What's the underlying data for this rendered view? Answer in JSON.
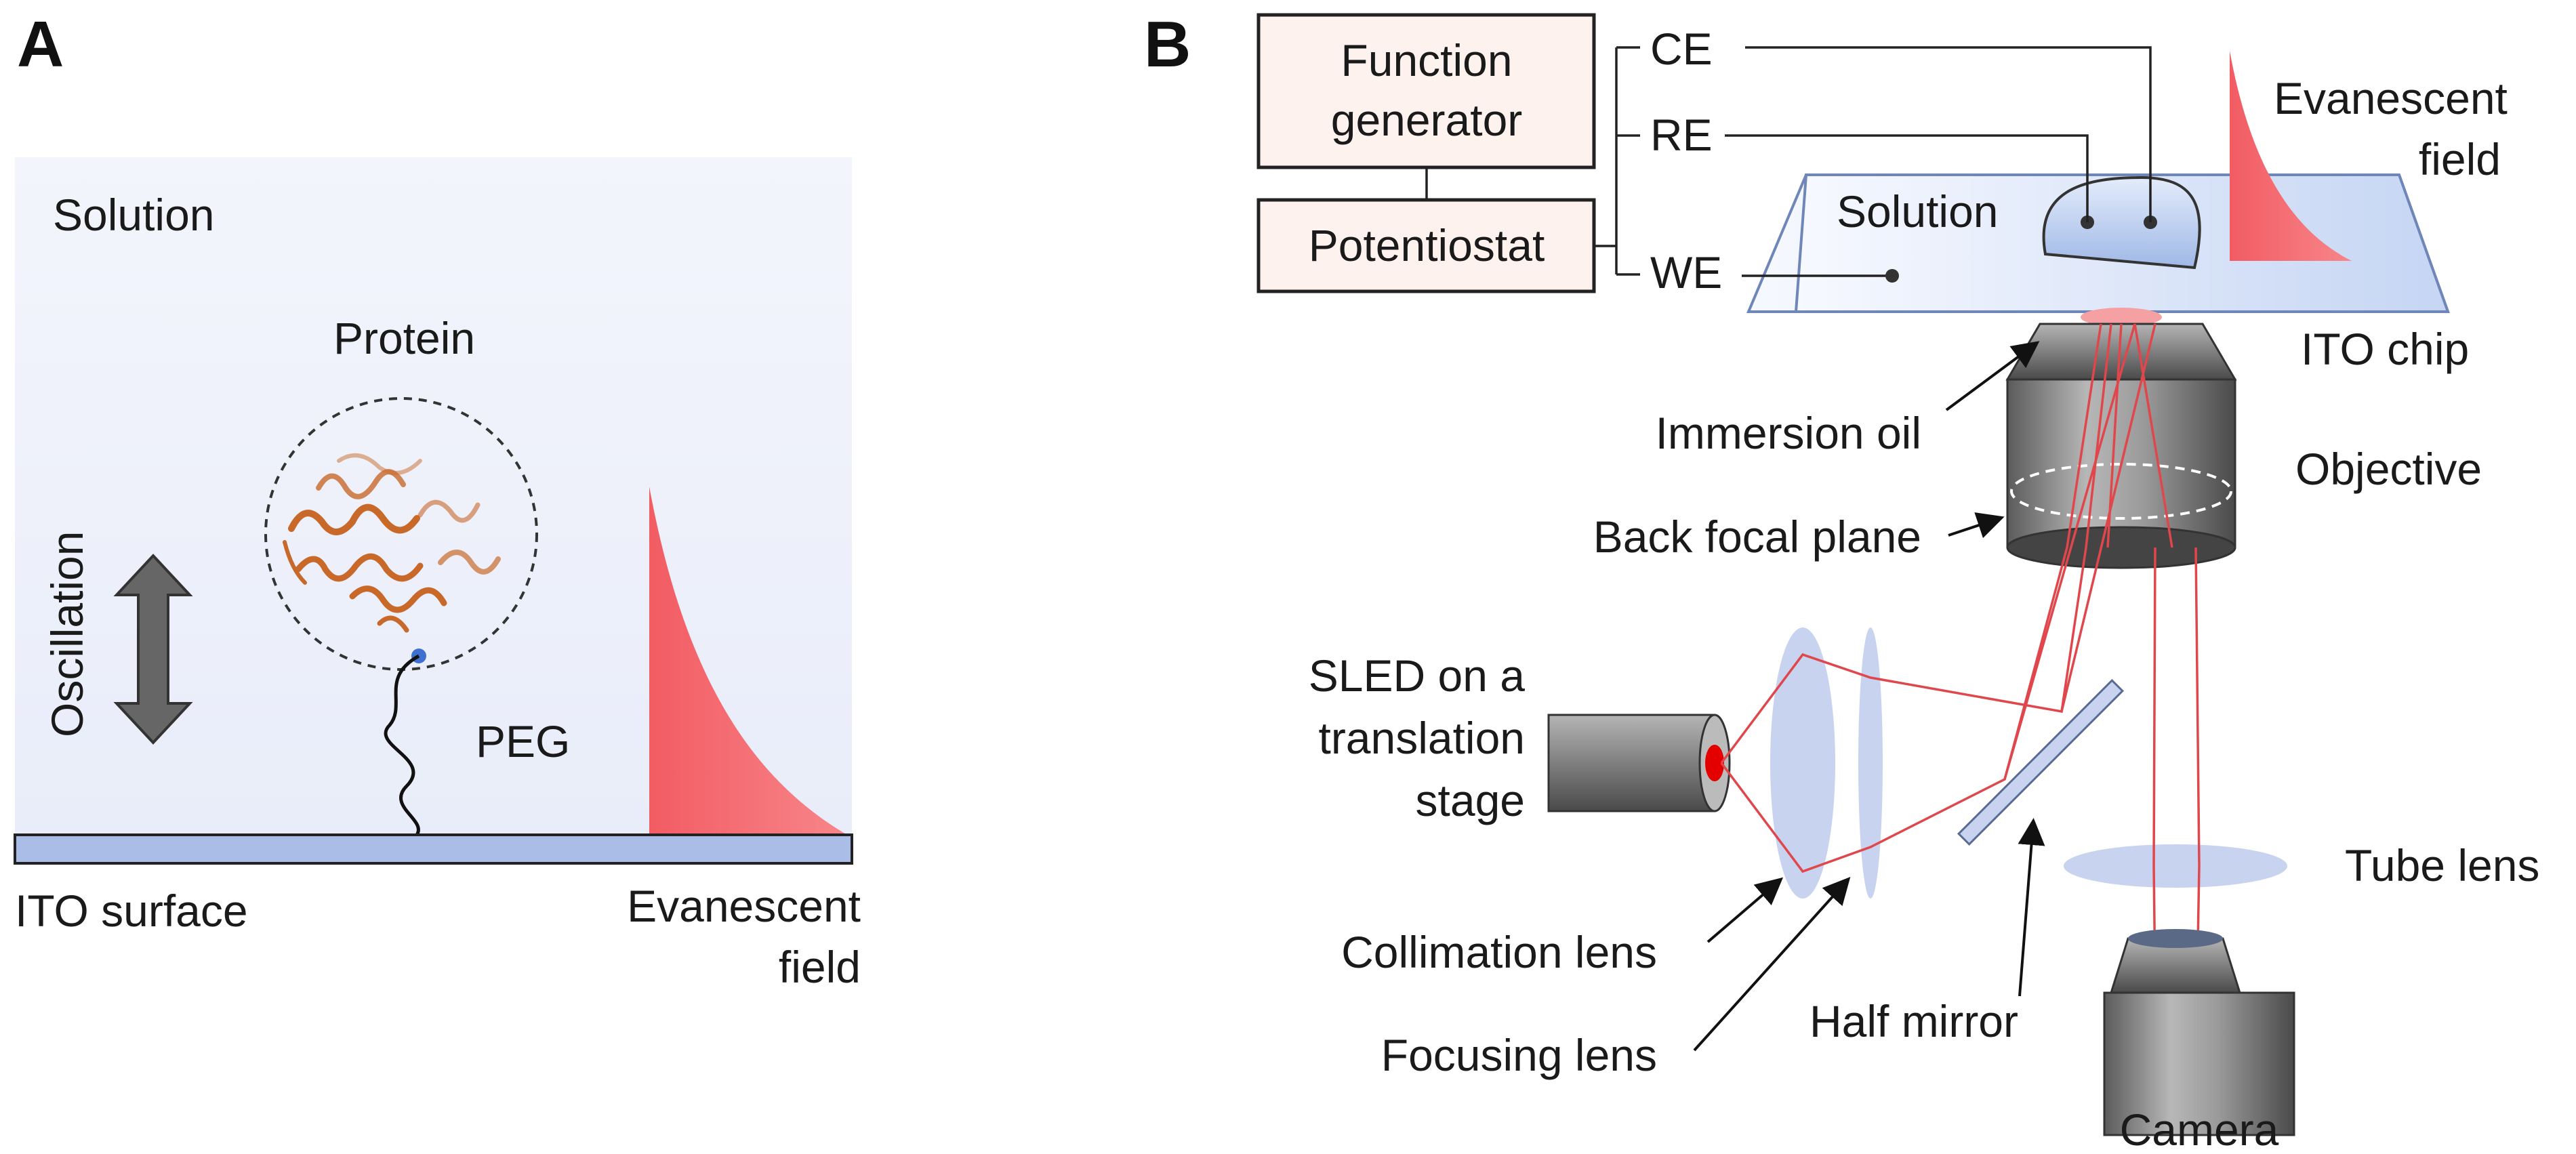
{
  "panel_a": {
    "letter": "A",
    "solution": "Solution",
    "protein": "Protein",
    "oscillation": "Oscillation",
    "peg": "PEG",
    "ito_surface": "ITO surface",
    "evanescent_line1": "Evanescent",
    "evanescent_line2": "field"
  },
  "panel_b": {
    "letter": "B",
    "function_generator_line1": "Function",
    "function_generator_line2": "generator",
    "potentiostat": "Potentiostat",
    "ce": "CE",
    "re": "RE",
    "we": "WE",
    "solution": "Solution",
    "evanescent_line1": "Evanescent",
    "evanescent_line2": "field",
    "ito_chip": "ITO chip",
    "immersion_oil": "Immersion oil",
    "objective": "Objective",
    "back_focal_plane": "Back focal plane",
    "sled_line1": "SLED on a",
    "sled_line2": "translation",
    "sled_line3": "stage",
    "tube_lens": "Tube lens",
    "collimation_lens": "Collimation lens",
    "focusing_lens": "Focusing lens",
    "half_mirror": "Half mirror",
    "camera": "Camera"
  },
  "colors": {
    "solution_bg": "#eef1fb",
    "ito": "#a9bde6",
    "evanescent": "#f26a6f",
    "protein": "#c8692a",
    "box_fill": "#fdf2ee",
    "lens": "#c7d3ef",
    "ray": "#e0474c"
  }
}
